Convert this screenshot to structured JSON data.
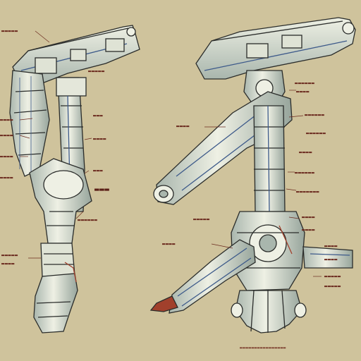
{
  "page": {
    "background": "#cfc39c",
    "ink_color": "#2a2c2a",
    "metal_color": "#eef0e4",
    "metal_shadow": "#a9b6ad",
    "accent_blue": "#3d5a8a",
    "accent_red": "#a1402c",
    "label_color": "#6b2a1e"
  },
  "left_arm": {
    "labels": [
      {
        "id": "l1",
        "text": "▬▬▬▬▬"
      },
      {
        "id": "l2",
        "text": "▬▬▬▬▬"
      },
      {
        "id": "l3",
        "text": "▬▬▬▬"
      },
      {
        "id": "l4",
        "text": "▬▬▬▬"
      },
      {
        "id": "l5",
        "text": "▬▬▬▬"
      },
      {
        "id": "l6",
        "text": "▬▬▬▬"
      },
      {
        "id": "l7",
        "text": "▬▬▬"
      },
      {
        "id": "l8",
        "text": "▬▬▬▬"
      },
      {
        "id": "l9",
        "text": "▬▬▬"
      },
      {
        "id": "l10",
        "text": "▬▬▬"
      },
      {
        "id": "l11",
        "text": "▬▬▬▬▬▬"
      },
      {
        "id": "l12",
        "text": "▬▬▬▬▬"
      },
      {
        "id": "l13",
        "text": "▬▬▬▬"
      }
    ]
  },
  "right_arm": {
    "labels": [
      {
        "id": "r1",
        "text": "▬▬▬▬▬▬"
      },
      {
        "id": "r2",
        "text": "▬▬▬▬"
      },
      {
        "id": "r3",
        "text": "▬▬▬▬▬▬"
      },
      {
        "id": "r4",
        "text": "▬▬▬▬"
      },
      {
        "id": "r5",
        "text": "▬▬▬▬▬▬"
      },
      {
        "id": "r6",
        "text": "▬▬▬▬"
      },
      {
        "id": "r7",
        "text": "▬▬▬▬▬▬"
      },
      {
        "id": "r8",
        "text": "▬▬▬▬▬▬▬"
      },
      {
        "id": "r9",
        "text": "▬▬▬▬▬"
      },
      {
        "id": "r10",
        "text": "▬▬▬▬"
      },
      {
        "id": "r11",
        "text": "▬▬▬▬"
      },
      {
        "id": "r12",
        "text": "▬▬▬▬"
      },
      {
        "id": "r13",
        "text": "▬▬▬▬"
      },
      {
        "id": "r14",
        "text": "▬▬▬▬"
      },
      {
        "id": "r15",
        "text": "▬▬▬▬▬"
      },
      {
        "id": "r16",
        "text": "▬▬▬▬▬"
      },
      {
        "id": "r17",
        "text": "▬▬▬▬▬▬▬▬▬▬▬▬▬▬▬▬"
      }
    ]
  }
}
